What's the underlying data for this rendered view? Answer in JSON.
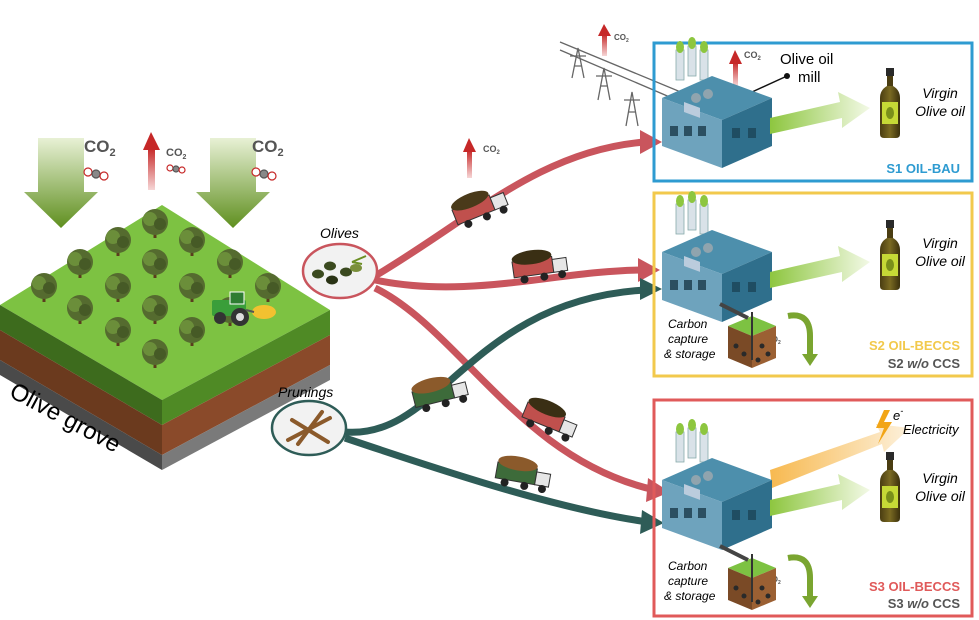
{
  "olive_grove": {
    "label": "Olive grove"
  },
  "co2": {
    "text": "CO",
    "sub": "2"
  },
  "olives": {
    "label": "Olives"
  },
  "prunings": {
    "label": "Prunings"
  },
  "scenarios": [
    {
      "id": "s1",
      "label": "S1 OIL-BAU",
      "sub_label": "",
      "color": "#2e9bd1",
      "mill_label_line1": "Olive oil",
      "mill_label_line2": "mill",
      "products": [
        {
          "line1": "Virgin",
          "line2": "Olive oil"
        }
      ]
    },
    {
      "id": "s2",
      "label": "S2 OIL-BECCS",
      "sub_label_prefix": "S2 ",
      "sub_label_italic": "w/o",
      "sub_label_suffix": " CCS",
      "color": "#f2c94c",
      "ccs": {
        "line1": "Carbon",
        "line2": "capture",
        "line3": "& storage"
      },
      "products": [
        {
          "line1": "Virgin",
          "line2": "Olive oil"
        }
      ]
    },
    {
      "id": "s3",
      "label": "S3 OIL-BECCS",
      "sub_label_prefix": "S3 ",
      "sub_label_italic": "w/o",
      "sub_label_suffix": " CCS",
      "color": "#e05a5a",
      "ccs": {
        "line1": "Carbon",
        "line2": "capture",
        "line3": "& storage"
      },
      "electricity": {
        "symbol": "e",
        "sup": "-",
        "label": "Electricity"
      },
      "products": [
        {
          "line1": "Virgin",
          "line2": "Olive oil"
        }
      ]
    }
  ],
  "colors": {
    "olive_flow": "#c9555d",
    "pruning_flow": "#2e5c57",
    "co2_up": "#d23b3b",
    "co2_down": "#7aa530",
    "grass": "#7dc242",
    "soil": "#8a4a2a"
  }
}
